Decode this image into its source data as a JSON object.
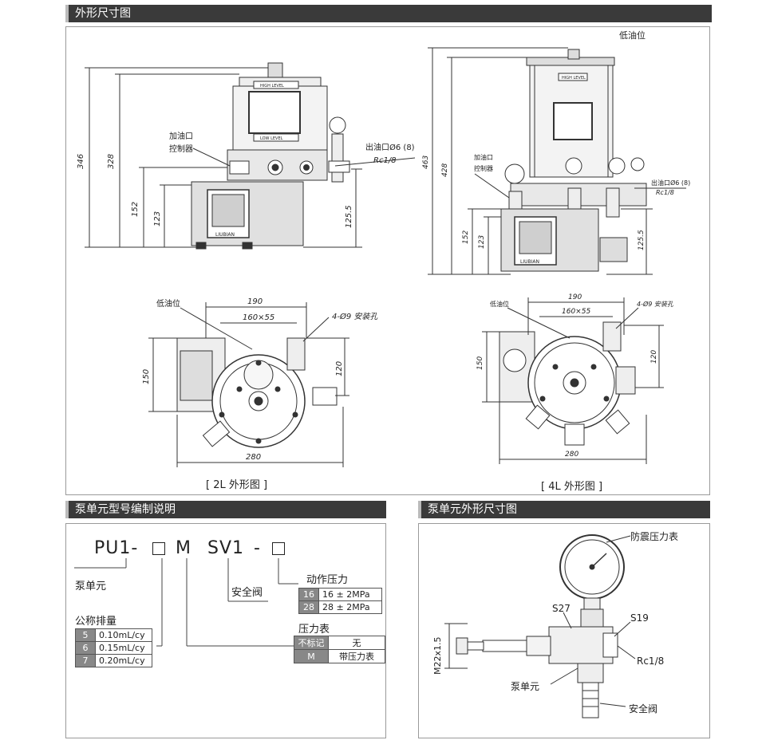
{
  "sections": {
    "dimensions_title": "外形尺寸图",
    "model_title": "泵单元型号编制说明",
    "pump_dims_title": "泵单元外形尺寸图"
  },
  "top_drawings": {
    "left_front": {
      "labels": {
        "fill_port": "加油口",
        "controller": "控制器",
        "outlet": "出油口Ø6 (8)",
        "thread": "Rc1/8",
        "high_level": "HIGH LEVEL",
        "low_level": "LOW LEVEL",
        "brand": "LIUBIAN"
      },
      "dims": [
        "346",
        "328",
        "152",
        "123",
        "125.5"
      ]
    },
    "right_front": {
      "labels": {
        "low_level_pos": "低油位",
        "fill_port": "加油口",
        "controller": "控制器",
        "outlet": "出油口Ø6 (8)",
        "thread": "Rc1/8",
        "high_level": "HIGH LEVEL",
        "brand": "LIUBIAN"
      },
      "dims": [
        "463",
        "428",
        "152",
        "123",
        "125.5"
      ]
    },
    "left_top": {
      "labels": {
        "low_level_pos": "低油位",
        "holes": "4-Ø9 安装孔"
      },
      "dims": {
        "width": "190",
        "inner": "160×55",
        "height": "150",
        "depth": "120",
        "total": "280"
      },
      "caption": "[ 2L 外形图 ]"
    },
    "right_top": {
      "labels": {
        "low_level_pos": "低油位",
        "holes": "4-Ø9 安装孔"
      },
      "dims": {
        "width": "190",
        "inner": "160×55",
        "height": "150",
        "depth": "120",
        "total": "280"
      },
      "caption": "[ 4L 外形图 ]"
    }
  },
  "model_code": {
    "parts": {
      "p1": "PU1-",
      "p2": "M",
      "p3": "SV1",
      "p4": "-"
    },
    "pump_unit": "泵单元",
    "relief_valve": "安全阀",
    "action_pressure": {
      "title": "动作压力",
      "rows": [
        {
          "key": "16",
          "value": "16 ± 2MPa"
        },
        {
          "key": "28",
          "value": "28 ± 2MPa"
        }
      ]
    },
    "gauge": {
      "title": "压力表",
      "rows": [
        {
          "key": "不标记",
          "value": "无"
        },
        {
          "key": "M",
          "value": "带压力表"
        }
      ]
    },
    "displacement": {
      "title": "公称排量",
      "rows": [
        {
          "key": "5",
          "value": "0.10mL/cy"
        },
        {
          "key": "6",
          "value": "0.15mL/cy"
        },
        {
          "key": "7",
          "value": "0.20mL/cy"
        }
      ]
    }
  },
  "pump_dims": {
    "gauge_label": "防震压力表",
    "s27": "S27",
    "s19": "S19",
    "m22": "M22x1.5",
    "rc": "Rc1/8",
    "pump_unit": "泵单元",
    "relief_valve": "安全阀"
  }
}
